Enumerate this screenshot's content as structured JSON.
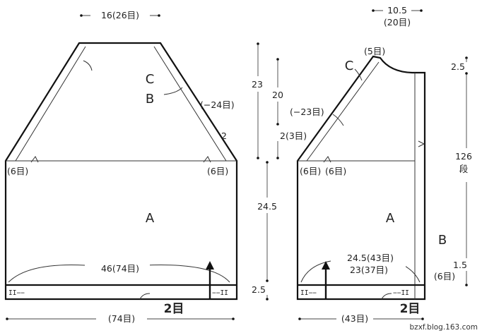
{
  "back": {
    "top_width": "16(26目)",
    "letter_c": "C",
    "letter_b": "B",
    "decrease": "(−24目)",
    "small_rows": "2",
    "left_under": "(6目)",
    "right_under": "(6目)",
    "letter_a": "A",
    "inner_width": "46(74目)",
    "border_ticks_left": "II−−",
    "border_ticks_right": "−−II",
    "rib_rows": "2目",
    "bottom_width": "(74目)"
  },
  "middle_dims": {
    "raglan_total": "23",
    "raglan_inner": "20",
    "underarm": "2(3目)",
    "body": "24.5",
    "rib": "2.5"
  },
  "front": {
    "top_width": "10.5",
    "top_stitches": "(20目)",
    "neck": "(5目)",
    "letter_c": "C",
    "decrease": "(−23目)",
    "left_under": "(6目)",
    "right_under": "(6目)",
    "letter_a": "A",
    "letter_b": "B",
    "width_outer": "24.5(43目)",
    "width_inner": "23(37目)",
    "border_ticks_left": "II−−",
    "border_ticks_right": "−−II",
    "rib_rows": "2目",
    "bottom_width": "(43目)"
  },
  "right_dims": {
    "top": "2.5",
    "rows_num": "126",
    "rows_unit": "段",
    "band": "1.5",
    "band_sts": "(6目)"
  },
  "watermark": "bzxf.blog.163.com"
}
